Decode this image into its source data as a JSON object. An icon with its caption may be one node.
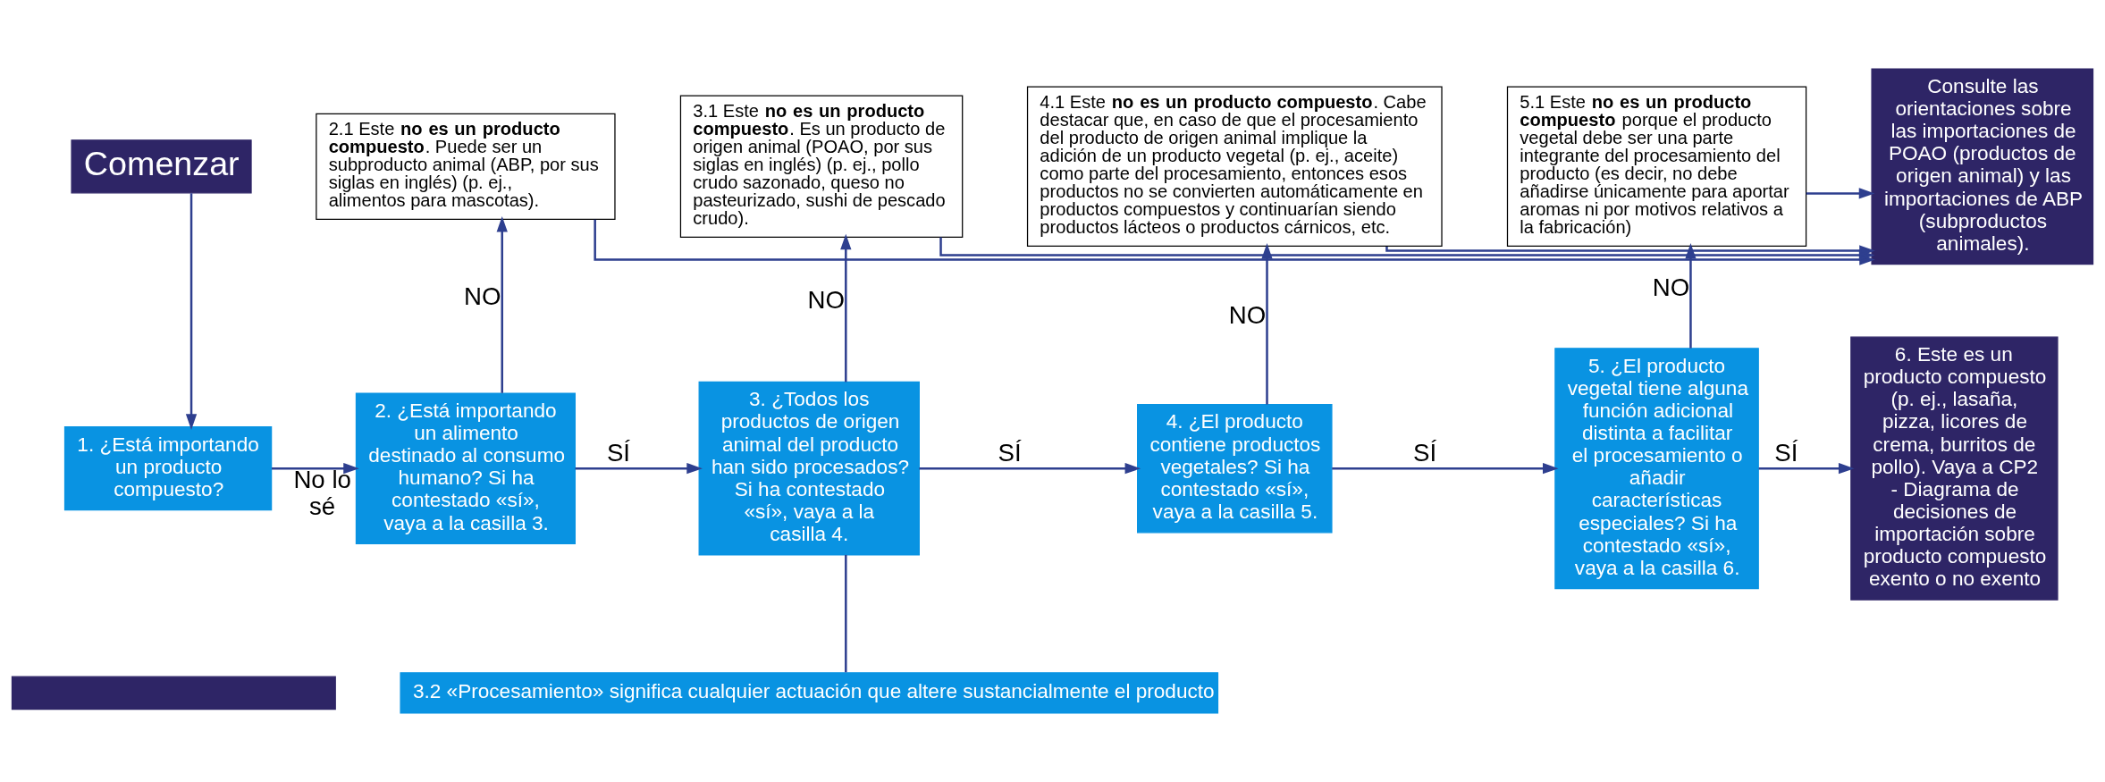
{
  "diagram": {
    "nodes": [
      {
        "text": [
          "Comenzar"
        ]
      },
      {
        "text": [
          "2.1 Este **no es un producto compuesto**. Puede ser un subproducto animal (ABP, por sus siglas en inglés) (p. ej., alimentos para mascotas)."
        ]
      },
      {
        "text": [
          "3.1 Este **no es un producto compuesto**. Es un producto de origen animal (POAO, por sus siglas en inglés) (p. ej., pollo crudo sazonado, queso no pasteurizado, sushi de pescado crudo)."
        ]
      },
      {
        "text": [
          "4.1 Este **no es un producto compuesto**. Cabe destacar que, en caso de que el procesamiento del producto de origen animal implique la adición de un producto vegetal (p. ej., aceite) como parte del procesamiento, entonces esos productos no se convierten automáticamente en productos compuestos y continuarían siendo productos lácteos o productos cárnicos, etc."
        ]
      },
      {
        "text": [
          "5.1 Este **no es un producto compuesto** porque el producto vegetal debe ser una parte integrante del procesamiento del producto (es decir, no debe añadirse únicamente para aportar aromas ni por motivos relativos a la fabricación)"
        ]
      },
      {
        "text": [
          "Consulte las orientaciones sobre las importaciones de POAO (productos de origen animal) y las importaciones de ABP (subproductos animales)."
        ]
      },
      {
        "text": [
          "1. ¿Está importando un producto compuesto?"
        ]
      },
      {
        "text": [
          "2. ¿Está importando un alimento destinado al consumo humano? Si ha contestado «sí», vaya a la casilla 3."
        ]
      },
      {
        "text": [
          "3. ¿Todos los productos de origen animal del producto han sido procesados? Si ha contestado «sí», vaya a la casilla 4."
        ]
      },
      {
        "text": [
          "4. ¿El producto contiene productos vegetales? Si ha contestado «sí», vaya a la casilla 5."
        ]
      },
      {
        "text": [
          "5. ¿El producto vegetal tiene alguna función adicional distinta a facilitar el procesamiento o añadir características especiales? Si ha contestado «sí», vaya a la casilla 6."
        ]
      },
      {
        "text": [
          "6. Este es un producto compuesto (p. ej., lasaña, pizza, licores de crema, burritos de pollo). Vaya a CP2 - Diagrama de decisiones de importación sobre producto compuesto exento o no exento"
        ]
      },
      {
        "text": [
          "3.2 «Procesamiento» significa cualquier actuación que altere sustancialmente el producto"
        ]
      },
      {
        "text": [],
        "shape": "box"
      }
    ],
    "edges": [
      {
        "from": 0,
        "to": 6,
        "arrow": "to"
      },
      {
        "from": 6,
        "to": 7,
        "arrow": "to",
        "label": "No lo sé"
      },
      {
        "from": 7,
        "to": 8,
        "arrow": "to",
        "label": "SÍ"
      },
      {
        "from": 8,
        "to": 9,
        "arrow": "to",
        "label": "SÍ"
      },
      {
        "from": 9,
        "to": 10,
        "arrow": "to",
        "label": "SÍ"
      },
      {
        "from": 10,
        "to": 11,
        "arrow": "to",
        "label": "SÍ"
      },
      {
        "from": 7,
        "to": 1,
        "arrow": "to",
        "label": "NO"
      },
      {
        "from": 8,
        "to": 2,
        "arrow": "to",
        "label": "NO"
      },
      {
        "from": 9,
        "to": 3,
        "arrow": "to",
        "label": "NO"
      },
      {
        "from": 10,
        "to": 4,
        "arrow": "to",
        "label": "NO"
      },
      {
        "from": 1,
        "to": 5,
        "arrow": "to"
      },
      {
        "from": 2,
        "to": 5,
        "arrow": "to"
      },
      {
        "from": 3,
        "to": 5,
        "arrow": "to"
      },
      {
        "from": 4,
        "to": 5,
        "arrow": "to"
      },
      {
        "from": 8,
        "to": 12,
        "arrow": "none"
      }
    ]
  }
}
